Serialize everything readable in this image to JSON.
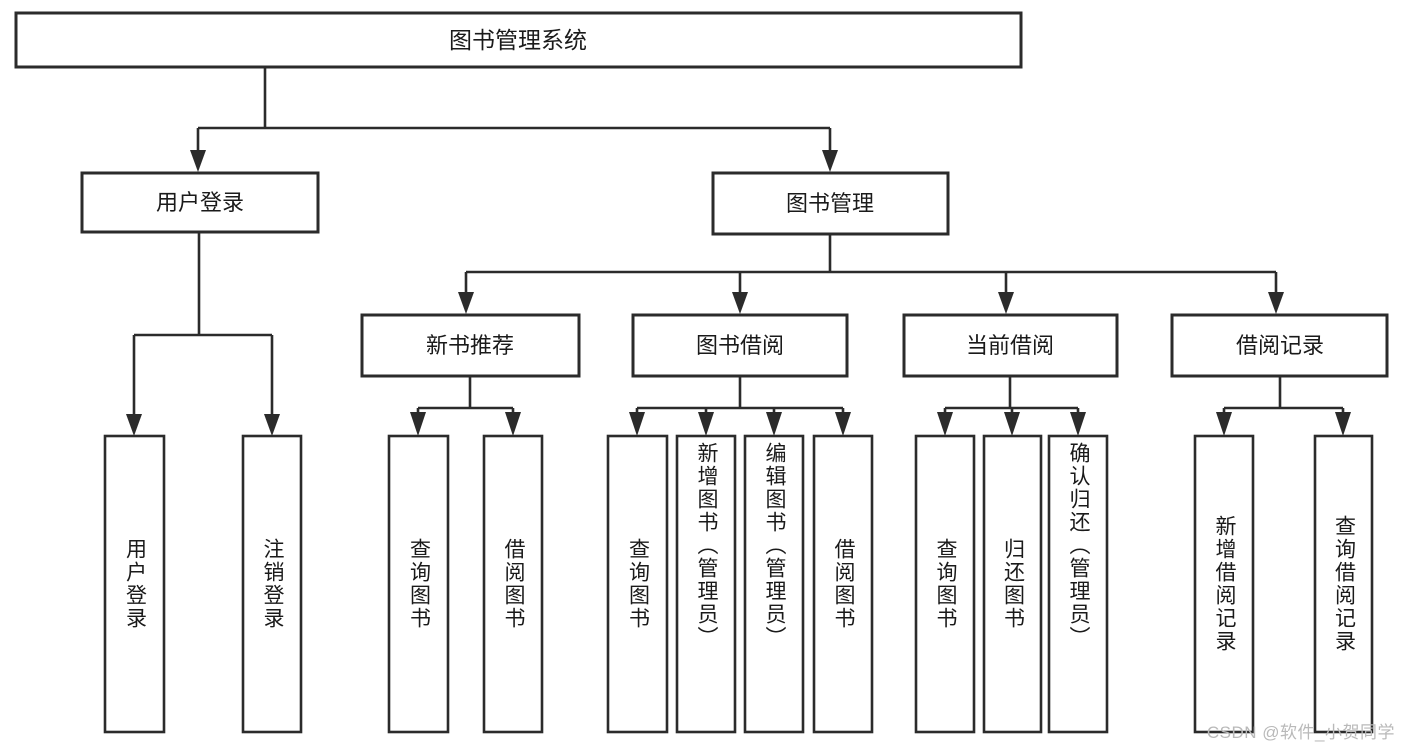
{
  "diagram": {
    "type": "tree",
    "title": "图书管理系统",
    "watermark": "CSDN @软件_小贺同学",
    "colors": {
      "background": "#ffffff",
      "stroke": "#2b2b2b",
      "text": "#1a1a1a",
      "watermark": "#b9b9b9"
    },
    "levels": {
      "root": {
        "label": "图书管理系统"
      },
      "level2": [
        {
          "label": "用户登录"
        },
        {
          "label": "图书管理"
        }
      ],
      "level3": [
        {
          "label": "新书推荐"
        },
        {
          "label": "图书借阅"
        },
        {
          "label": "当前借阅"
        },
        {
          "label": "借阅记录"
        }
      ]
    },
    "leaves": {
      "user_login": [
        {
          "label": "用户登录"
        },
        {
          "label": "注销登录"
        }
      ],
      "new_book_recommend": [
        {
          "label": "查询图书"
        },
        {
          "label": "借阅图书"
        }
      ],
      "book_borrow": [
        {
          "label": "查询图书"
        },
        {
          "label": "新增图书（管理员）"
        },
        {
          "label": "编辑图书（管理员）"
        },
        {
          "label": "借阅图书"
        }
      ],
      "current_borrow": [
        {
          "label": "查询图书"
        },
        {
          "label": "归还图书"
        },
        {
          "label": "确认归还（管理员）"
        }
      ],
      "borrow_record": [
        {
          "label": "新增借阅记录"
        },
        {
          "label": "查询借阅记录"
        }
      ]
    }
  }
}
